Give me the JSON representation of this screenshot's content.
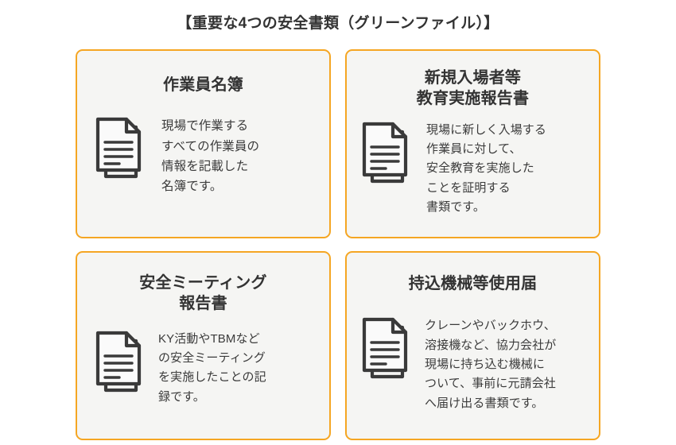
{
  "page": {
    "title": "【重要な4つの安全書類（グリーンファイル）】",
    "background_color": "#ffffff",
    "text_color": "#333333"
  },
  "theme": {
    "card_border_color": "#f5a623",
    "card_background_color": "#f5f5f3",
    "icon_stroke_color": "#3a3a3a"
  },
  "cards": [
    {
      "icon": "document-stack-icon",
      "heading_lines": [
        "作業員名簿"
      ],
      "body_lines": [
        "現場で作業する",
        "すべての作業員の",
        "情報を記載した",
        "名簿です。"
      ]
    },
    {
      "icon": "document-stack-icon",
      "heading_lines": [
        "新規入場者等",
        "教育実施報告書"
      ],
      "body_lines": [
        "現場に新しく入場する",
        "作業員に対して、",
        "安全教育を実施した",
        "ことを証明する",
        "書類です。"
      ]
    },
    {
      "icon": "document-stack-icon",
      "heading_lines": [
        "安全ミーティング",
        "報告書"
      ],
      "body_lines": [
        "KY活動やTBMなど",
        "の安全ミーティング",
        "を実施したことの記",
        "録です。"
      ]
    },
    {
      "icon": "document-stack-icon",
      "heading_lines": [
        "持込機械等使用届"
      ],
      "body_lines": [
        "クレーンやバックホウ、",
        "溶接機など、協力会社が",
        "現場に持ち込む機械に",
        "ついて、事前に元請会社",
        "へ届け出る書類です。"
      ]
    }
  ]
}
